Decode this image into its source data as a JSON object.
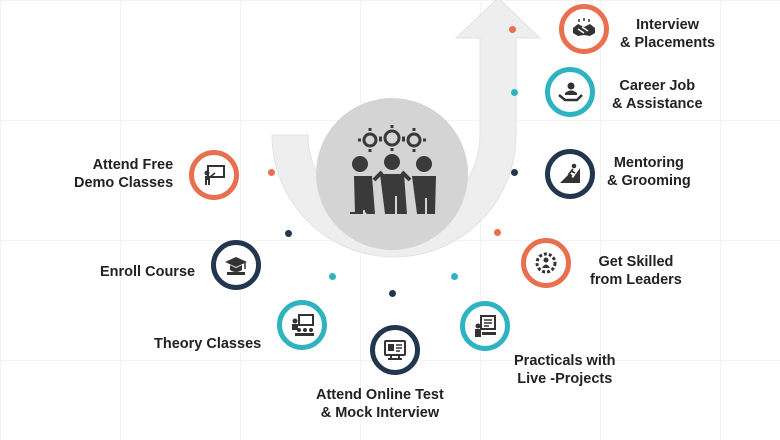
{
  "colors": {
    "orange": "#e9704f",
    "teal": "#2fb3c0",
    "navy": "#22364f",
    "arrow": "#eeeeee",
    "center": "#d4d4d4"
  },
  "center": {
    "icon": "team-gears-icon"
  },
  "steps": [
    {
      "id": "demo",
      "lines": [
        "Attend Free",
        "Demo Classes"
      ],
      "icon": "presentation-icon",
      "color": "orange"
    },
    {
      "id": "enroll",
      "lines": [
        "Enroll Course"
      ],
      "icon": "graduation-cap-icon",
      "color": "navy"
    },
    {
      "id": "theory",
      "lines": [
        "Theory Classes"
      ],
      "icon": "classroom-icon",
      "color": "teal"
    },
    {
      "id": "test",
      "lines": [
        "Attend Online Test",
        "& Mock Interview"
      ],
      "icon": "online-test-icon",
      "color": "navy"
    },
    {
      "id": "practicals",
      "lines": [
        "Practicals with",
        "Live -Projects"
      ],
      "icon": "practical-project-icon",
      "color": "teal"
    },
    {
      "id": "skilled",
      "lines": [
        "Get Skilled",
        "from Leaders"
      ],
      "icon": "leader-gear-icon",
      "color": "orange"
    },
    {
      "id": "mentoring",
      "lines": [
        "Mentoring",
        "& Grooming"
      ],
      "icon": "mentor-climb-icon",
      "color": "navy"
    },
    {
      "id": "career",
      "lines": [
        "Career Job",
        "& Assistance"
      ],
      "icon": "job-assistance-icon",
      "color": "teal"
    },
    {
      "id": "interview",
      "lines": [
        "Interview",
        "& Placements"
      ],
      "icon": "handshake-icon",
      "color": "orange"
    }
  ]
}
